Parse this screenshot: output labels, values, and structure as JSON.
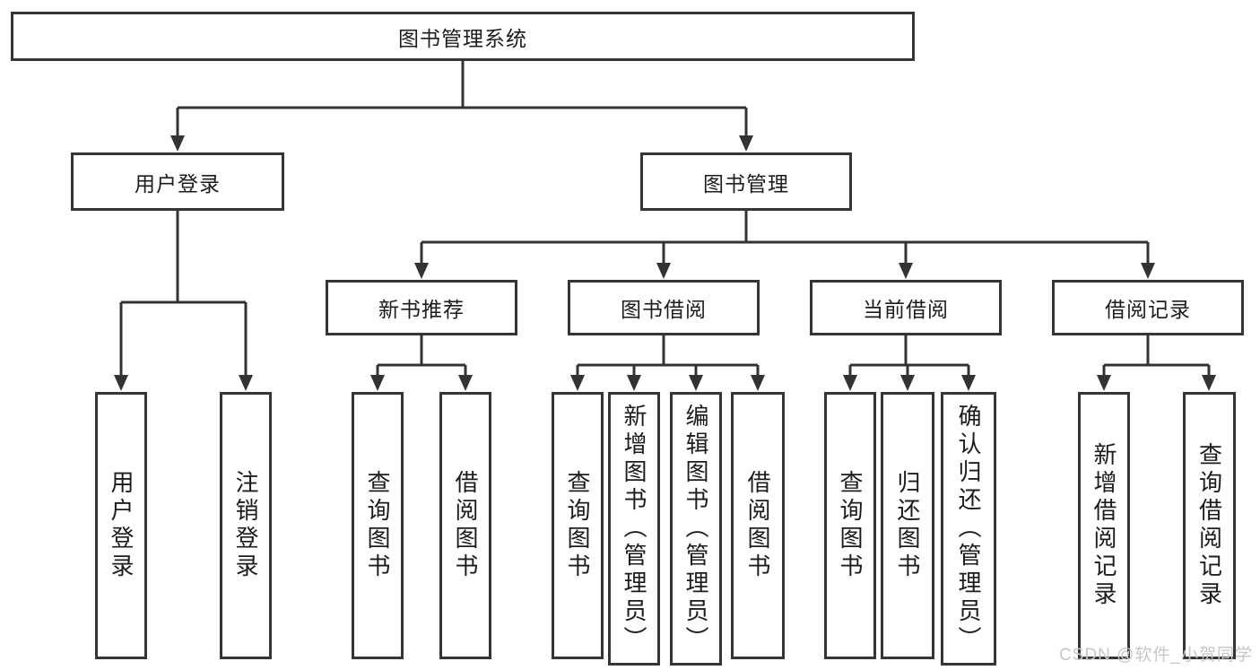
{
  "tree": {
    "root": "图书管理系统",
    "branches": [
      {
        "label": "用户登录",
        "leaves": [
          "用户登录",
          "注销登录"
        ]
      },
      {
        "label": "图书管理",
        "groups": [
          {
            "label": "新书推荐",
            "leaves": [
              "查询图书",
              "借阅图书"
            ]
          },
          {
            "label": "图书借阅",
            "leaves": [
              "查询图书",
              "新增图书（管理员）",
              "编辑图书（管理员）",
              "借阅图书"
            ]
          },
          {
            "label": "当前借阅",
            "leaves": [
              "查询图书",
              "归还图书",
              "确认归还（管理员）"
            ]
          },
          {
            "label": "借阅记录",
            "leaves": [
              "新增借阅记录",
              "查询借阅记录"
            ]
          }
        ]
      }
    ]
  },
  "watermark": {
    "text": "CSDN @软件_小贺同学"
  },
  "colors": {
    "line": "#333333",
    "box_border": "#353535",
    "text": "#1c1c1c",
    "background": "#ffffff",
    "watermark": "#c7c7c7"
  }
}
